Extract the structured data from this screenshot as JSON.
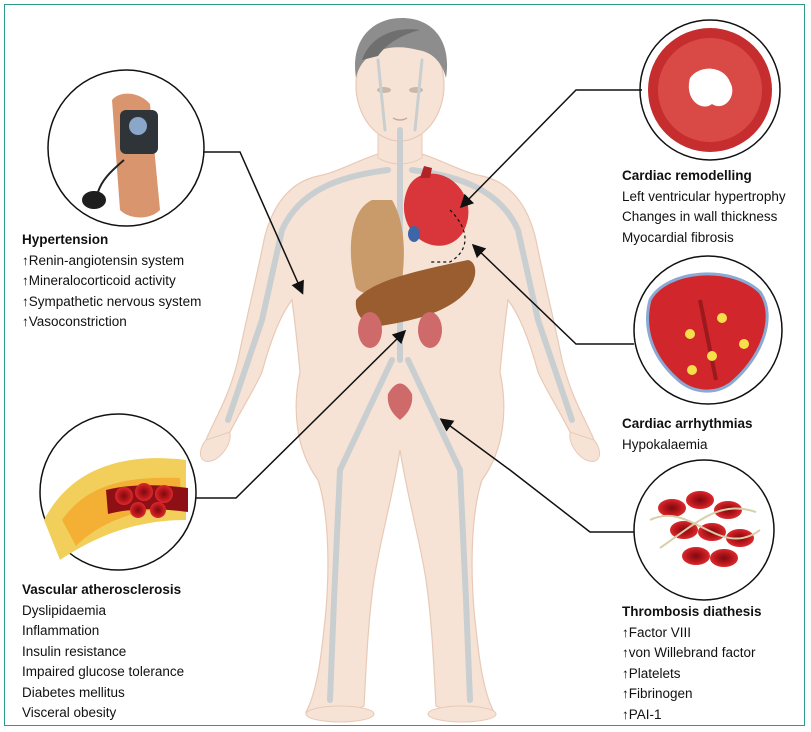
{
  "panels": {
    "hypertension": {
      "title": "Hypertension",
      "items": [
        "↑Renin-angiotensin system",
        "↑Mineralocorticoid activity",
        "↑Sympathetic nervous system",
        "↑Vasoconstriction"
      ]
    },
    "atherosclerosis": {
      "title": "Vascular atherosclerosis",
      "items": [
        "Dyslipidaemia",
        "Inflammation",
        "Insulin resistance",
        "Impaired glucose tolerance",
        "Diabetes mellitus",
        "Visceral obesity"
      ]
    },
    "remodelling": {
      "title": "Cardiac remodelling",
      "items": [
        "Left ventricular hypertrophy",
        "Changes in wall thickness",
        "Myocardial fibrosis"
      ]
    },
    "arrhythmias": {
      "title": "Cardiac arrhythmias",
      "items": [
        "Hypokalaemia"
      ]
    },
    "thrombosis": {
      "title": "Thrombosis diathesis",
      "items": [
        "↑Factor VIII",
        "↑von Willebrand factor",
        "↑Platelets",
        "↑Fibrinogen",
        "↑PAI-1"
      ]
    }
  },
  "colors": {
    "frame": "#2e9a8b",
    "skin": "#f7e3d6",
    "vessel": "#c9cfd0",
    "heart": "#d8363a",
    "liver": "#9a5d30",
    "kidney": "#cf6a6a"
  },
  "icons": [
    "sphygmomanometer-icon",
    "artery-plaque-icon",
    "heart-cross-section-icon",
    "heart-arrhythmia-icon",
    "blood-clot-icon"
  ]
}
